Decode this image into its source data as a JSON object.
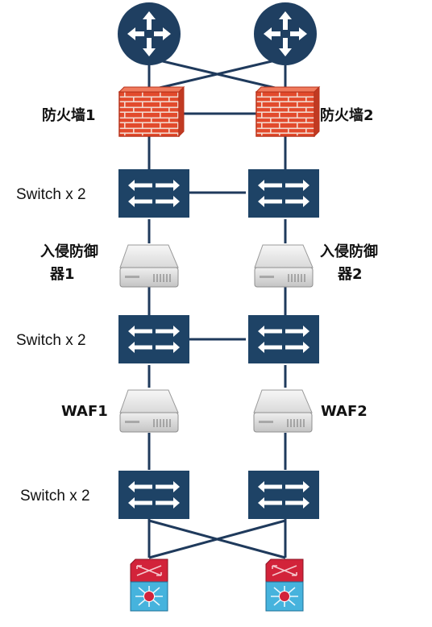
{
  "colors": {
    "line": "#1f3a5c",
    "router": "#1f3f61",
    "switch": "#1e4366",
    "firewall": "#e24a2c",
    "mortar": "#f3d9cf",
    "appliance": "#e2e2e2",
    "core_top": "#d2233a",
    "core_bottom": "#46b3dd"
  },
  "icons": {
    "router": "router-icon",
    "firewall": "firewall-brick-icon",
    "switch": "switch-arrows-icon",
    "appliance": "appliance-server-icon",
    "core": "multilayer-switch-icon"
  },
  "labels": {
    "firewall_1": "防火墙1",
    "firewall_2": "防火墙2",
    "switch_group_1": "Switch x 2",
    "ips_1_line1": "入侵防御",
    "ips_1_line2": "器1",
    "ips_2_line1": "入侵防御",
    "ips_2_line2": "器2",
    "switch_group_2": "Switch x 2",
    "waf_1": "WAF1",
    "waf_2": "WAF2",
    "switch_group_3": "Switch x 2"
  }
}
